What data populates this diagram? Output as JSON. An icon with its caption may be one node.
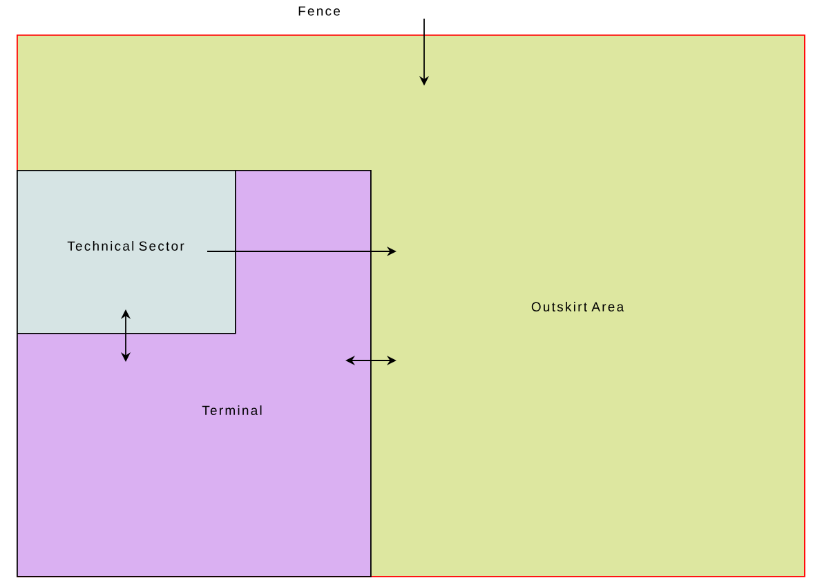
{
  "diagram": {
    "nodes": [
      {
        "text": [
          "Fence"
        ]
      },
      {
        "text": [
          "Outskirt Area"
        ]
      },
      {
        "text": [
          "Terminal"
        ],
        "in": 1
      },
      {
        "text": [
          "Technical Sector"
        ],
        "in": 2
      }
    ],
    "edges": [
      {
        "from": 0,
        "to": 1,
        "arrow": "to"
      }
    ]
  }
}
